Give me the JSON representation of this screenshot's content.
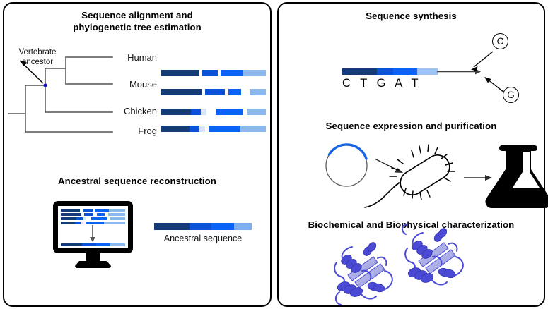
{
  "figure": {
    "background": "#ffffff",
    "panel_border_color": "#000000"
  },
  "palette": {
    "navy": "#153a78",
    "dark_blue": "#16366f",
    "mid_blue": "#0a52d6",
    "bright_blue": "#0b63f6",
    "light_blue": "#8cb8f0",
    "pale_blue": "#d7e5fa",
    "tree_line": "#555555",
    "node_blue": "#1414d8",
    "protein_blue": "#4a4ad4",
    "protein_light": "#b9bced",
    "arrow_gray": "#3d3d3d"
  },
  "left_panel": {
    "title_alignment": "Sequence alignment and\nphylogenetic tree estimation",
    "title_reconstruction": "Ancestral sequence reconstruction",
    "ancestor_label": "Vertebrate\nancestor",
    "taxa": [
      {
        "name": "Human"
      },
      {
        "name": "Mouse"
      },
      {
        "name": "Chicken"
      },
      {
        "name": "Frog"
      }
    ],
    "alignment_rows": [
      {
        "taxon": "Human",
        "blocks": [
          {
            "color": "#153a78",
            "width": 50
          },
          {
            "color": "#ffffff",
            "width": 3
          },
          {
            "color": "#0a52d6",
            "width": 22
          },
          {
            "color": "#ffffff",
            "width": 3
          },
          {
            "color": "#0b63f6",
            "width": 30
          },
          {
            "color": "#8cb8f0",
            "width": 30
          }
        ]
      },
      {
        "taxon": "Mouse",
        "blocks": [
          {
            "color": "#153a78",
            "width": 50
          },
          {
            "color": "#ffffff",
            "width": 4
          },
          {
            "color": "#0a52d6",
            "width": 24
          },
          {
            "color": "#ffffff",
            "width": 4
          },
          {
            "color": "#0b63f6",
            "width": 16
          },
          {
            "color": "#ffffff",
            "width": 10
          },
          {
            "color": "#8cb8f0",
            "width": 20
          }
        ]
      },
      {
        "taxon": "Chicken",
        "blocks": [
          {
            "color": "#153a78",
            "width": 38
          },
          {
            "color": "#0a52d6",
            "width": 13
          },
          {
            "color": "#d7e5fa",
            "width": 7
          },
          {
            "color": "#ffffff",
            "width": 12
          },
          {
            "color": "#0b63f6",
            "width": 35
          },
          {
            "color": "#ffffff",
            "width": 5
          },
          {
            "color": "#8cb8f0",
            "width": 24
          }
        ]
      },
      {
        "taxon": "Frog",
        "blocks": [
          {
            "color": "#153a78",
            "width": 34
          },
          {
            "color": "#0a52d6",
            "width": 12
          },
          {
            "color": "#d7e5fa",
            "width": 6
          },
          {
            "color": "#ffffff",
            "width": 5
          },
          {
            "color": "#0b63f6",
            "width": 38
          },
          {
            "color": "#8cb8f0",
            "width": 30
          }
        ]
      }
    ],
    "ancestral_sequence_label": "Ancestral sequence",
    "ancestral_sequence_blocks": [
      {
        "color": "#153a78",
        "width": 36
      },
      {
        "color": "#0a52d6",
        "width": 23
      },
      {
        "color": "#0b63f6",
        "width": 23
      },
      {
        "color": "#7db0ee",
        "width": 18
      }
    ],
    "monitor_rows": [
      [
        {
          "color": "#153a78",
          "width": 30
        },
        {
          "color": "#ffffff",
          "width": 4
        },
        {
          "color": "#0a52d6",
          "width": 16
        },
        {
          "color": "#ffffff",
          "width": 3
        },
        {
          "color": "#0b63f6",
          "width": 22
        },
        {
          "color": "#8cb8f0",
          "width": 25
        }
      ],
      [
        {
          "color": "#153a78",
          "width": 32
        },
        {
          "color": "#ffffff",
          "width": 4
        },
        {
          "color": "#0a52d6",
          "width": 14
        },
        {
          "color": "#ffffff",
          "width": 6
        },
        {
          "color": "#0b63f6",
          "width": 12
        },
        {
          "color": "#ffffff",
          "width": 6
        },
        {
          "color": "#8cb8f0",
          "width": 26
        }
      ],
      [
        {
          "color": "#153a78",
          "width": 24
        },
        {
          "color": "#0a52d6",
          "width": 10
        },
        {
          "color": "#d7e5fa",
          "width": 5
        },
        {
          "color": "#ffffff",
          "width": 8
        },
        {
          "color": "#0b63f6",
          "width": 25
        },
        {
          "color": "#ffffff",
          "width": 4
        },
        {
          "color": "#8cb8f0",
          "width": 24
        }
      ],
      [
        {
          "color": "#153a78",
          "width": 22
        },
        {
          "color": "#0a52d6",
          "width": 9
        },
        {
          "color": "#d7e5fa",
          "width": 4
        },
        {
          "color": "#ffffff",
          "width": 4
        },
        {
          "color": "#0b63f6",
          "width": 28
        },
        {
          "color": "#8cb8f0",
          "width": 33
        }
      ]
    ],
    "monitor_result_blocks": [
      {
        "color": "#153a78",
        "width": 33
      },
      {
        "color": "#0a52d6",
        "width": 22
      },
      {
        "color": "#0b63f6",
        "width": 22
      },
      {
        "color": "#8cb8f0",
        "width": 23
      }
    ]
  },
  "right_panel": {
    "title_synthesis": "Sequence synthesis",
    "title_expression": "Sequence expression and purification",
    "title_characterization": "Biochemical and Biophysical characterization",
    "nucleotide_letters": "C T G A T",
    "callout_top": "C",
    "callout_bottom": "G",
    "synthesis_blocks": [
      {
        "color": "#153a78",
        "width": 36
      },
      {
        "color": "#0a52d6",
        "width": 17
      },
      {
        "color": "#0b63f6",
        "width": 25
      },
      {
        "color": "#9cc3f3",
        "width": 22
      }
    ]
  }
}
